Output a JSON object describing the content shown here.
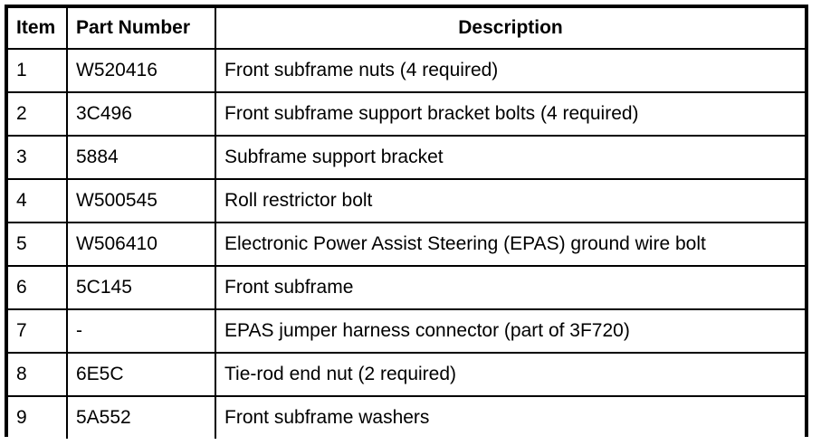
{
  "table": {
    "name": "parts-list-table",
    "columns": [
      {
        "key": "item",
        "label": "Item",
        "align": "left"
      },
      {
        "key": "part_number",
        "label": "Part Number",
        "align": "left"
      },
      {
        "key": "description",
        "label": "Description",
        "align": "center"
      }
    ],
    "rows": [
      {
        "item": "1",
        "part_number": "W520416",
        "description": "Front subframe nuts (4 required)"
      },
      {
        "item": "2",
        "part_number": "3C496",
        "description": "Front subframe support bracket bolts (4 required)"
      },
      {
        "item": "3",
        "part_number": "5884",
        "description": "Subframe support bracket"
      },
      {
        "item": "4",
        "part_number": "W500545",
        "description": "Roll restrictor bolt"
      },
      {
        "item": "5",
        "part_number": "W506410",
        "description": "Electronic Power Assist Steering (EPAS) ground wire bolt"
      },
      {
        "item": "6",
        "part_number": "5C145",
        "description": "Front subframe"
      },
      {
        "item": "7",
        "part_number": "-",
        "description": "EPAS jumper harness connector (part of 3F720)"
      },
      {
        "item": "8",
        "part_number": "6E5C",
        "description": "Tie-rod end nut (2 required)"
      },
      {
        "item": "9",
        "part_number": "5A552",
        "description": "Front subframe washers"
      }
    ]
  },
  "colors": {
    "border": "#000000",
    "background": "#ffffff",
    "text": "#000000"
  }
}
